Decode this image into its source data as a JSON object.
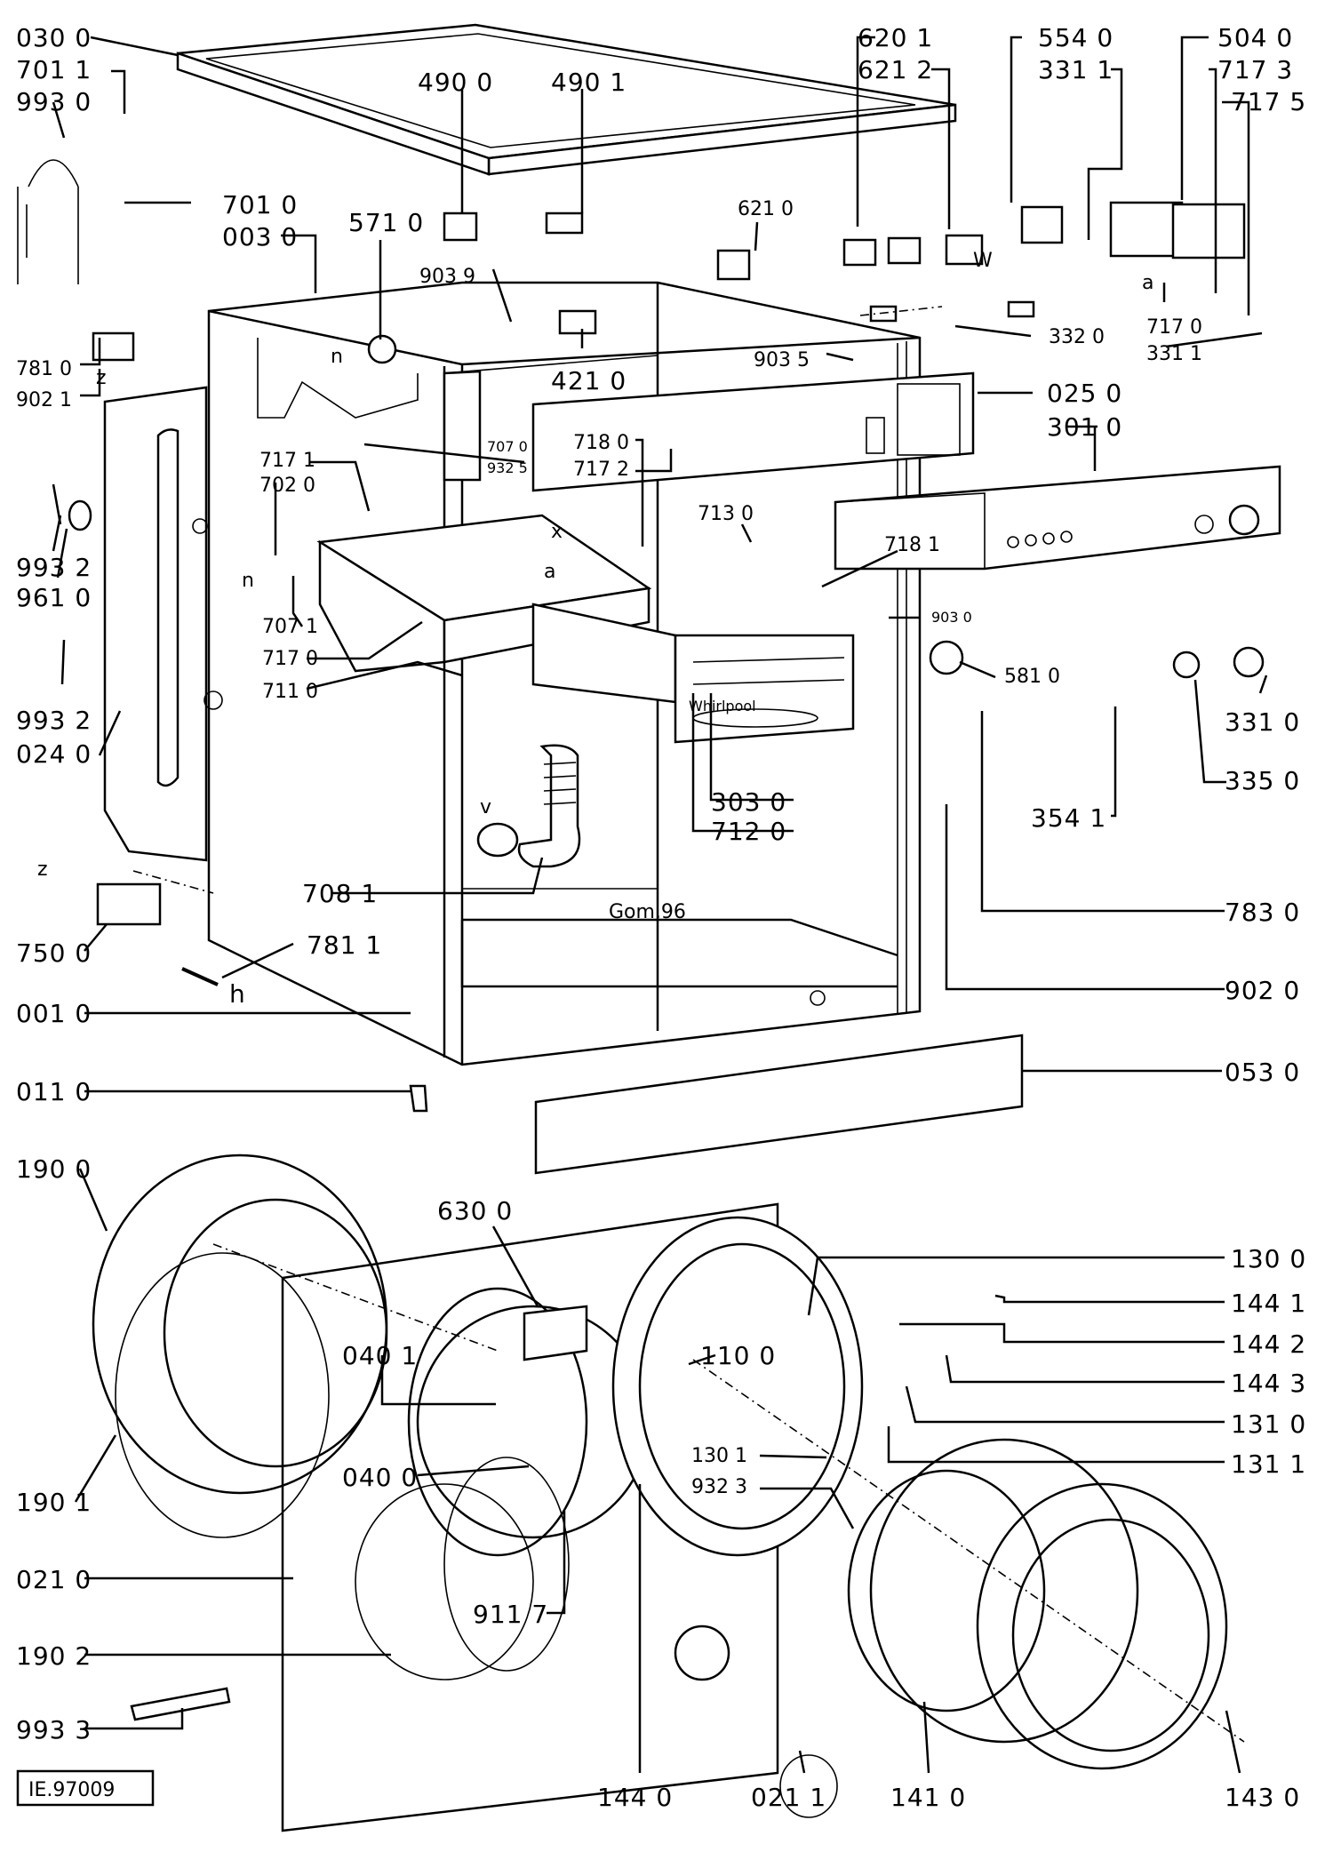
{
  "reference_code": "IE.97009",
  "labels": [
    {
      "id": "030_0",
      "text": "030 0"
    },
    {
      "id": "701_1",
      "text": "701 1"
    },
    {
      "id": "993_0",
      "text": "993 0"
    },
    {
      "id": "490_0",
      "text": "490 0"
    },
    {
      "id": "490_1",
      "text": "490 1"
    },
    {
      "id": "701_0",
      "text": "701 0"
    },
    {
      "id": "003_0",
      "text": "003 0"
    },
    {
      "id": "571_0",
      "text": "571 0"
    },
    {
      "id": "903_9",
      "text": "903 9"
    },
    {
      "id": "421_0",
      "text": "421 0"
    },
    {
      "id": "781_0",
      "text": "781 0"
    },
    {
      "id": "902_1",
      "text": "902 1"
    },
    {
      "id": "620_1",
      "text": "620 1"
    },
    {
      "id": "621_2",
      "text": "621 2"
    },
    {
      "id": "621_0",
      "text": "621 0"
    },
    {
      "id": "554_0",
      "text": "554 0"
    },
    {
      "id": "331_1a",
      "text": "331 1"
    },
    {
      "id": "504_0",
      "text": "504 0"
    },
    {
      "id": "717_3",
      "text": "717 3"
    },
    {
      "id": "717_5",
      "text": "717 5"
    },
    {
      "id": "717_0b",
      "text": "717 0"
    },
    {
      "id": "331_1b",
      "text": "331 1"
    },
    {
      "id": "332_0",
      "text": "332 0"
    },
    {
      "id": "903_5",
      "text": "903 5"
    },
    {
      "id": "025_0",
      "text": "025 0"
    },
    {
      "id": "301_0",
      "text": "301 0"
    },
    {
      "id": "717_1",
      "text": "717 1"
    },
    {
      "id": "702_0",
      "text": "702 0"
    },
    {
      "id": "707_0",
      "text": "707 0"
    },
    {
      "id": "932_5",
      "text": "932 5"
    },
    {
      "id": "718_0",
      "text": "718 0"
    },
    {
      "id": "717_2",
      "text": "717 2"
    },
    {
      "id": "993_2a",
      "text": "993 2"
    },
    {
      "id": "961_0",
      "text": "961 0"
    },
    {
      "id": "713_0",
      "text": "713 0"
    },
    {
      "id": "718_1",
      "text": "718 1"
    },
    {
      "id": "707_1",
      "text": "707 1"
    },
    {
      "id": "717_0",
      "text": "717 0"
    },
    {
      "id": "711_0",
      "text": "711 0"
    },
    {
      "id": "903_0",
      "text": "903 0"
    },
    {
      "id": "581_0",
      "text": "581 0"
    },
    {
      "id": "331_0",
      "text": "331 0"
    },
    {
      "id": "993_2b",
      "text": "993 2"
    },
    {
      "id": "024_0",
      "text": "024 0"
    },
    {
      "id": "335_0",
      "text": "335 0"
    },
    {
      "id": "303_0",
      "text": "303 0"
    },
    {
      "id": "354_1",
      "text": "354 1"
    },
    {
      "id": "712_0",
      "text": "712 0"
    },
    {
      "id": "708_1",
      "text": "708 1"
    },
    {
      "id": "783_0",
      "text": "783 0"
    },
    {
      "id": "750_0",
      "text": "750 0"
    },
    {
      "id": "781_1",
      "text": "781 1"
    },
    {
      "id": "902_0",
      "text": "902 0"
    },
    {
      "id": "001_0",
      "text": "001 0"
    },
    {
      "id": "053_0",
      "text": "053 0"
    },
    {
      "id": "011_0",
      "text": "011 0"
    },
    {
      "id": "190_0",
      "text": "190 0"
    },
    {
      "id": "630_0",
      "text": "630 0"
    },
    {
      "id": "130_0",
      "text": "130 0"
    },
    {
      "id": "144_1",
      "text": "144 1"
    },
    {
      "id": "040_1",
      "text": "040 1"
    },
    {
      "id": "110_0",
      "text": "110 0"
    },
    {
      "id": "144_2",
      "text": "144 2"
    },
    {
      "id": "144_3",
      "text": "144 3"
    },
    {
      "id": "131_0",
      "text": "131 0"
    },
    {
      "id": "130_1",
      "text": "130 1"
    },
    {
      "id": "932_3",
      "text": "932 3"
    },
    {
      "id": "131_1",
      "text": "131 1"
    },
    {
      "id": "040_0",
      "text": "040 0"
    },
    {
      "id": "190_1",
      "text": "190 1"
    },
    {
      "id": "021_0",
      "text": "021 0"
    },
    {
      "id": "911_7",
      "text": "911 7"
    },
    {
      "id": "190_2",
      "text": "190 2"
    },
    {
      "id": "993_3",
      "text": "993 3"
    },
    {
      "id": "144_0",
      "text": "144 0"
    },
    {
      "id": "021_1",
      "text": "021 1"
    },
    {
      "id": "141_0",
      "text": "141 0"
    },
    {
      "id": "143_0",
      "text": "143 0"
    }
  ],
  "markers": {
    "z": "z",
    "n": "n",
    "v": "v",
    "h": "h",
    "x": "x",
    "a": "a",
    "w": "W"
  },
  "stamps": {
    "brand": "Whirlpool",
    "date": "Gom.96"
  }
}
